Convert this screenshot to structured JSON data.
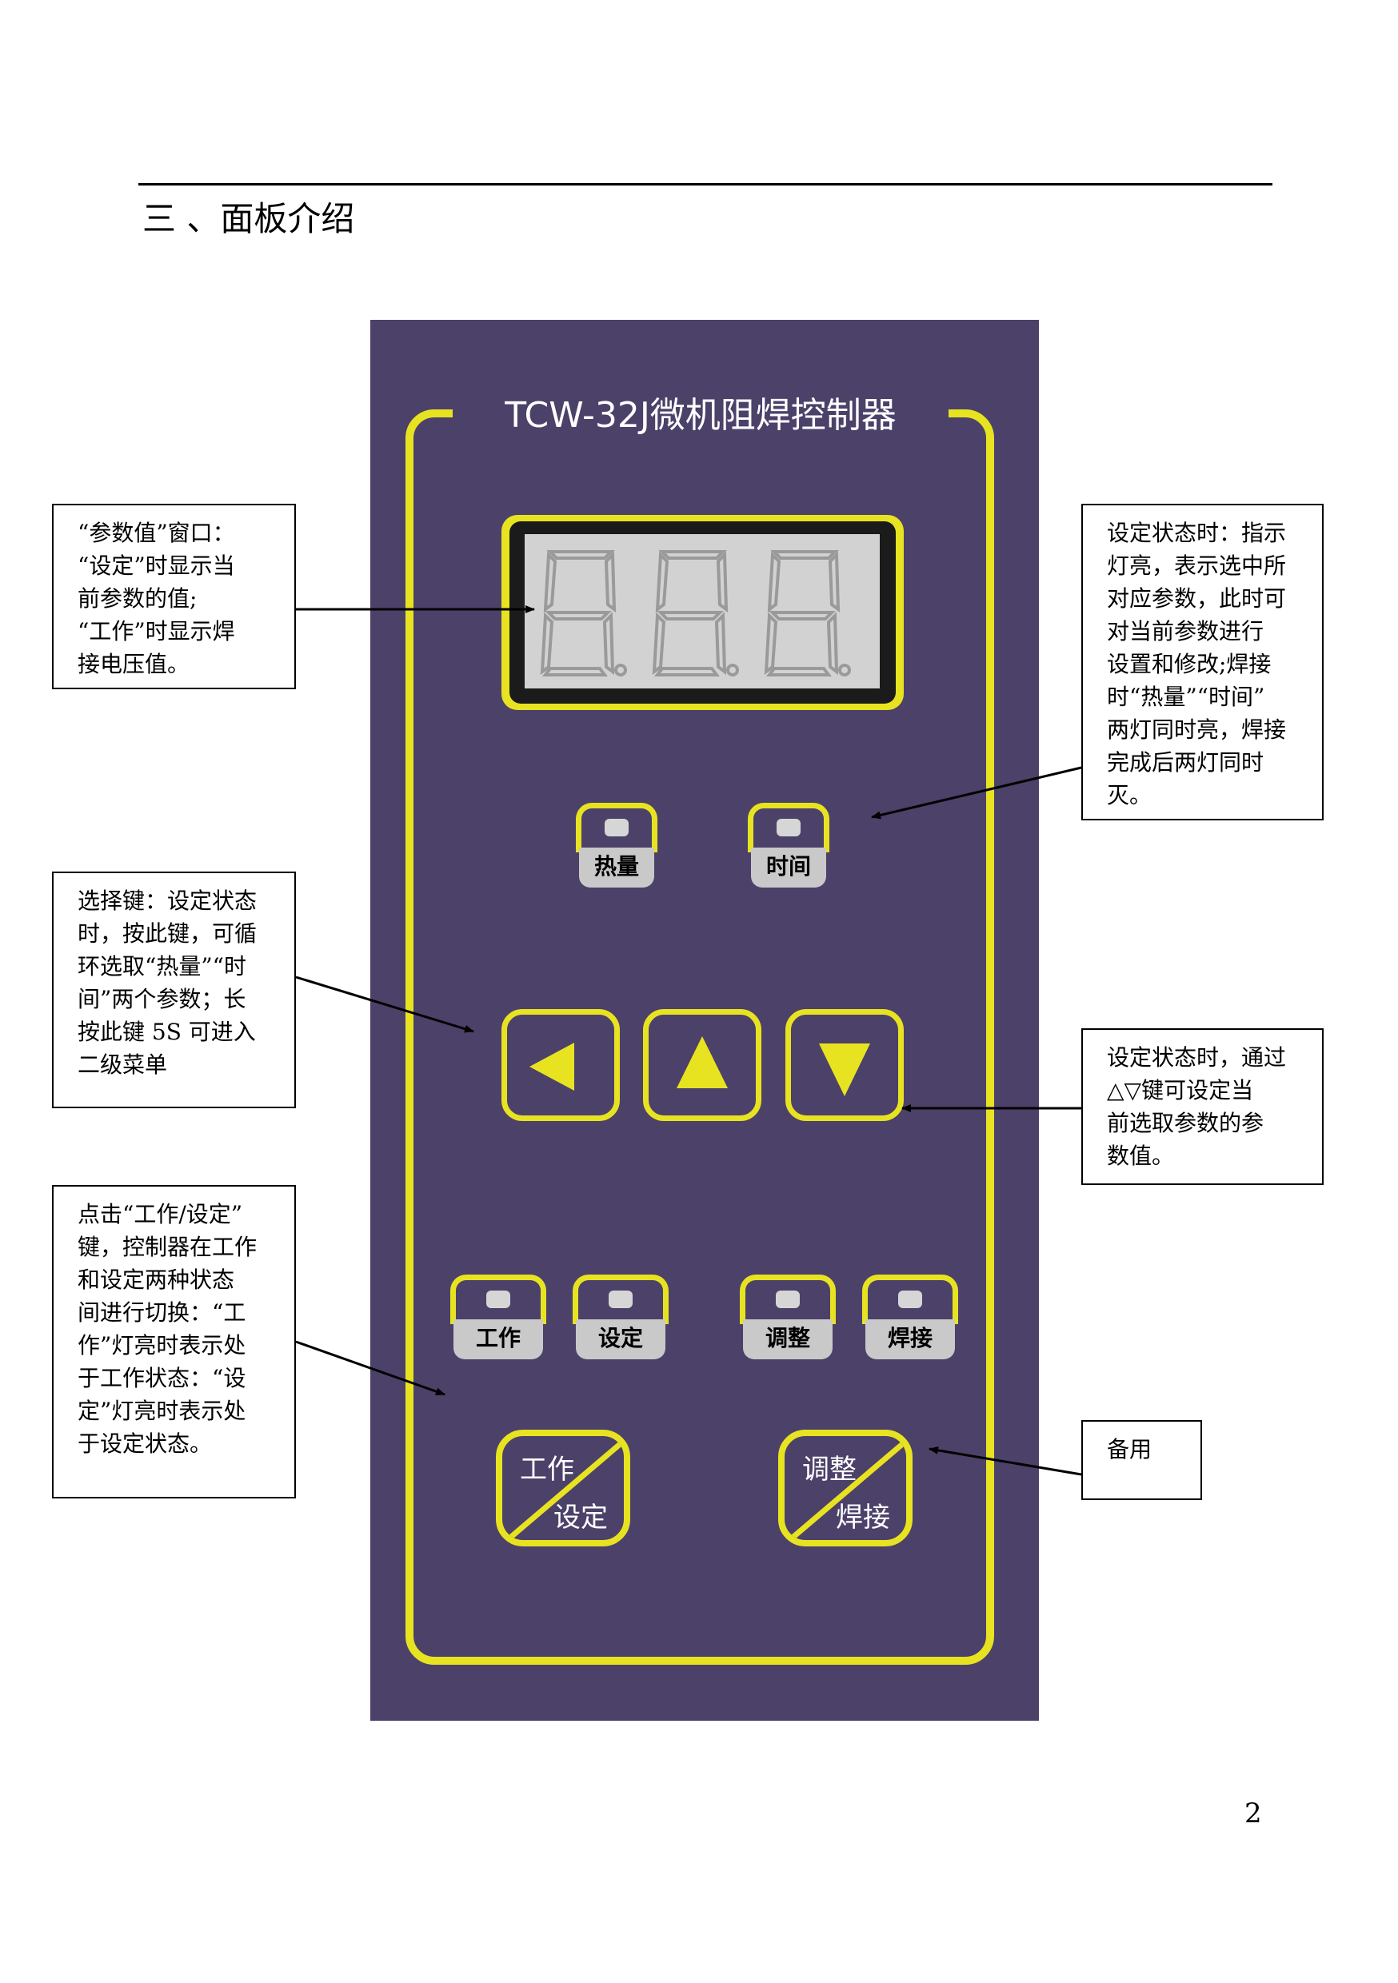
{
  "section_title": "三 、面板介绍",
  "panel": {
    "title": "TCW-32J微机阻焊控制器",
    "indicators_top": [
      {
        "label": "热量"
      },
      {
        "label": "时间"
      }
    ],
    "arrow_buttons": [
      "left",
      "up",
      "down"
    ],
    "indicators_bottom": [
      {
        "label": "工作"
      },
      {
        "label": "设定"
      },
      {
        "label": "调整"
      },
      {
        "label": "焊接"
      }
    ],
    "work_set_button": {
      "top": "工作",
      "bottom": "设定"
    },
    "adjust_weld_button": {
      "top": "调整",
      "bottom": "焊接"
    },
    "colors": {
      "panel": "#4c4169",
      "accent": "#e8e321",
      "lcd": "#d2d2d2"
    }
  },
  "callouts": {
    "display_window": "“参数值”窗口：\n“设定”时显示当\n前参数的值;\n“工作”时显示焊\n接电压值。",
    "indicator_lamps": "设定状态时：指示\n灯亮，表示选中所\n对应参数，此时可\n对当前参数进行\n设置和修改;焊接\n时“热量”“时间”\n两灯同时亮，焊接\n完成后两灯同时\n灭。",
    "select_key": "选择键：设定状态\n时，按此键，可循\n环选取“热量”“时\n间”两个参数；长\n按此键 5S 可进入\n二级菜单",
    "up_down_keys": "设定状态时，通过\n△▽键可设定当\n前选取参数的参\n数值。",
    "work_set_key": "点击“工作/设定”\n键，控制器在工作\n和设定两种状态\n间进行切换：“工\n作”灯亮时表示处\n于工作状态：“设\n定”灯亮时表示处\n于设定状态。",
    "spare": "备用"
  },
  "page_number": "2"
}
